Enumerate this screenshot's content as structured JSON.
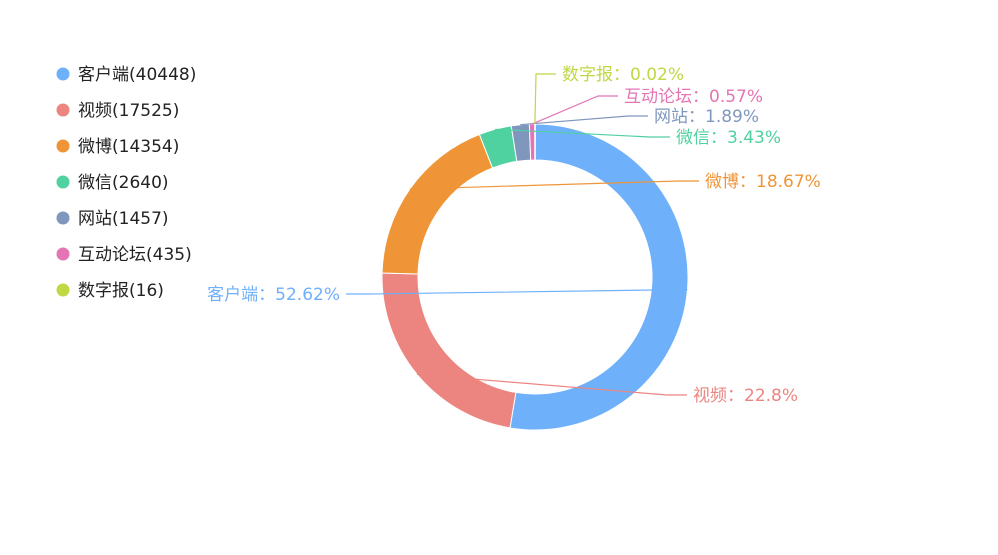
{
  "chart_data": {
    "type": "pie",
    "variant": "donut",
    "legend_position": "left",
    "slices": [
      {
        "name": "客户端",
        "value": 40448,
        "percent": "52.62%",
        "legend_label": "客户端(40448)",
        "data_label": "客户端：52.62%",
        "color": "#6fb0fb"
      },
      {
        "name": "视频",
        "value": 17525,
        "percent": "22.8%",
        "legend_label": "视频(17525)",
        "data_label": "视频：22.8%",
        "color": "#ec8580"
      },
      {
        "name": "微博",
        "value": 14354,
        "percent": "18.67%",
        "legend_label": "微博(14354)",
        "data_label": "微博：18.67%",
        "color": "#ef9538"
      },
      {
        "name": "微信",
        "value": 2640,
        "percent": "3.43%",
        "legend_label": "微信(2640)",
        "data_label": "微信：3.43%",
        "color": "#4fd1a0"
      },
      {
        "name": "网站",
        "value": 1457,
        "percent": "1.89%",
        "legend_label": "网站(1457)",
        "data_label": "网站：1.89%",
        "color": "#8097bd"
      },
      {
        "name": "互动论坛",
        "value": 435,
        "percent": "0.57%",
        "legend_label": "互动论坛(435)",
        "data_label": "互动论坛：0.57%",
        "color": "#e474b4"
      },
      {
        "name": "数字报",
        "value": 16,
        "percent": "0.02%",
        "legend_label": "数字报(16)",
        "data_label": "数字报：0.02%",
        "color": "#bfd843"
      }
    ]
  }
}
